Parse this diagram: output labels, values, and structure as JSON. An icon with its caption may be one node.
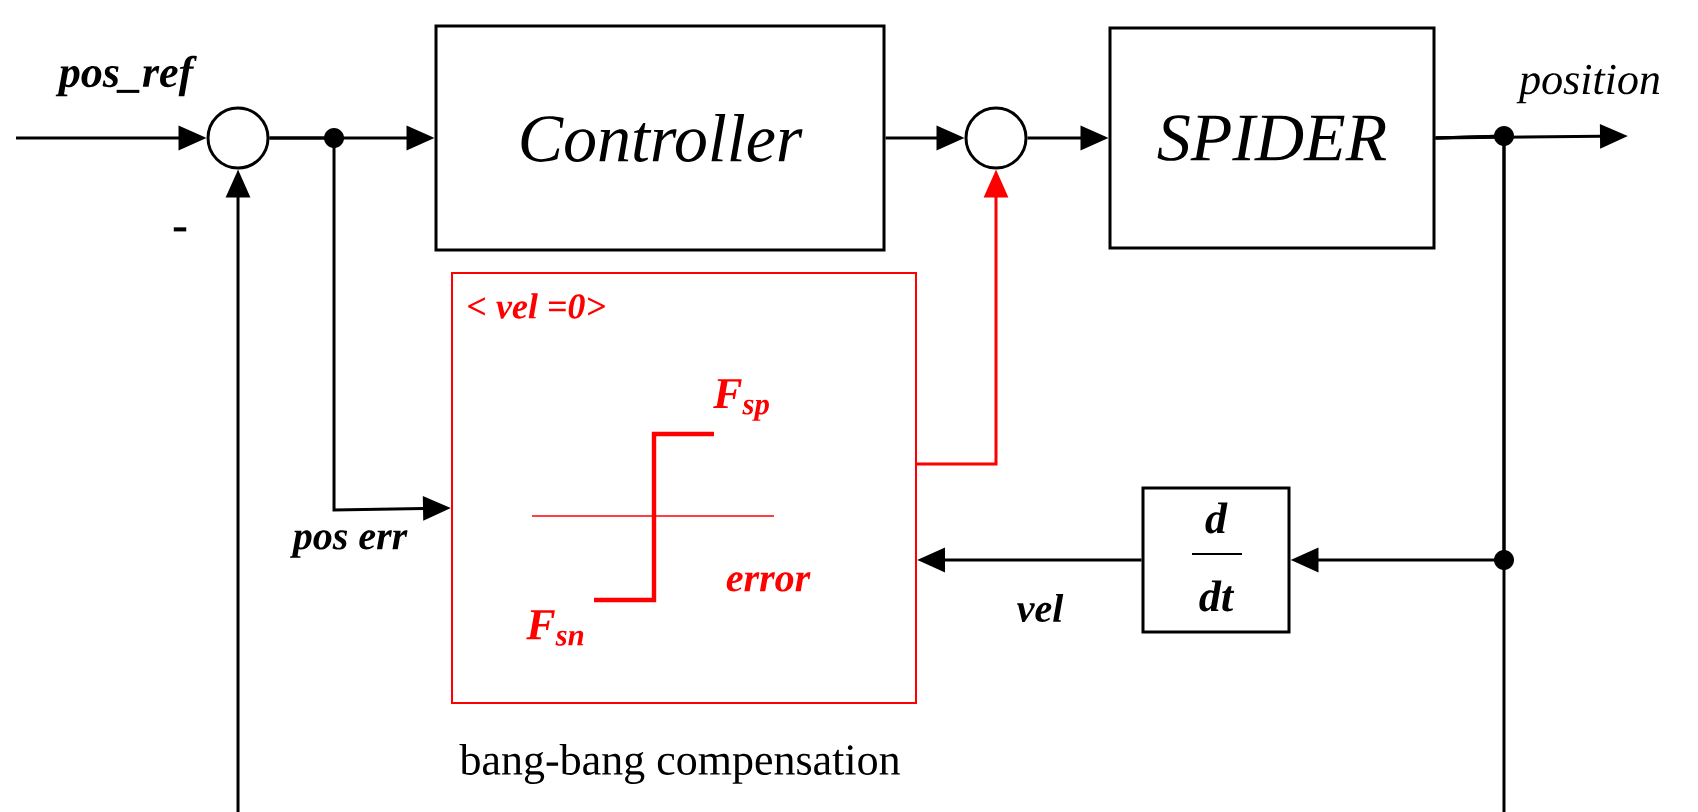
{
  "diagram": {
    "nodes": [
      {
        "text": [],
        "shape": "circle"
      },
      {
        "text": [
          "Controller"
        ]
      },
      {
        "text": [],
        "shape": "circle"
      },
      {
        "text": [
          "SPIDER"
        ]
      },
      {
        "text": [
          "< vel =0>",
          "F$_{sp}$",
          "error",
          "F$_{sn}$"
        ],
        "beside": [
          "bang-bang compensation"
        ]
      },
      {
        "text": [
          "d",
          "dt"
        ]
      }
    ],
    "edges": [
      {
        "from": null,
        "to": 0,
        "arrow": "to",
        "label": "pos_ref"
      },
      {
        "from": 0,
        "to": 1,
        "arrow": "to"
      },
      {
        "from": 0,
        "to": 4,
        "arrow": "to",
        "label": "pos err"
      },
      {
        "from": 1,
        "to": 2,
        "arrow": "to"
      },
      {
        "from": 4,
        "to": 2,
        "arrow": "to",
        "color": "#ff0000"
      },
      {
        "from": 2,
        "to": 3,
        "arrow": "to"
      },
      {
        "from": 3,
        "to": null,
        "arrow": "to",
        "label": "position"
      },
      {
        "from": 3,
        "to": 5,
        "arrow": "to"
      },
      {
        "from": 5,
        "to": 4,
        "arrow": "to",
        "label": "vel"
      },
      {
        "from": 3,
        "to": null,
        "arrow": "none"
      },
      {
        "from": null,
        "to": 0,
        "arrow": "to"
      }
    ],
    "labels": [
      "-"
    ]
  }
}
